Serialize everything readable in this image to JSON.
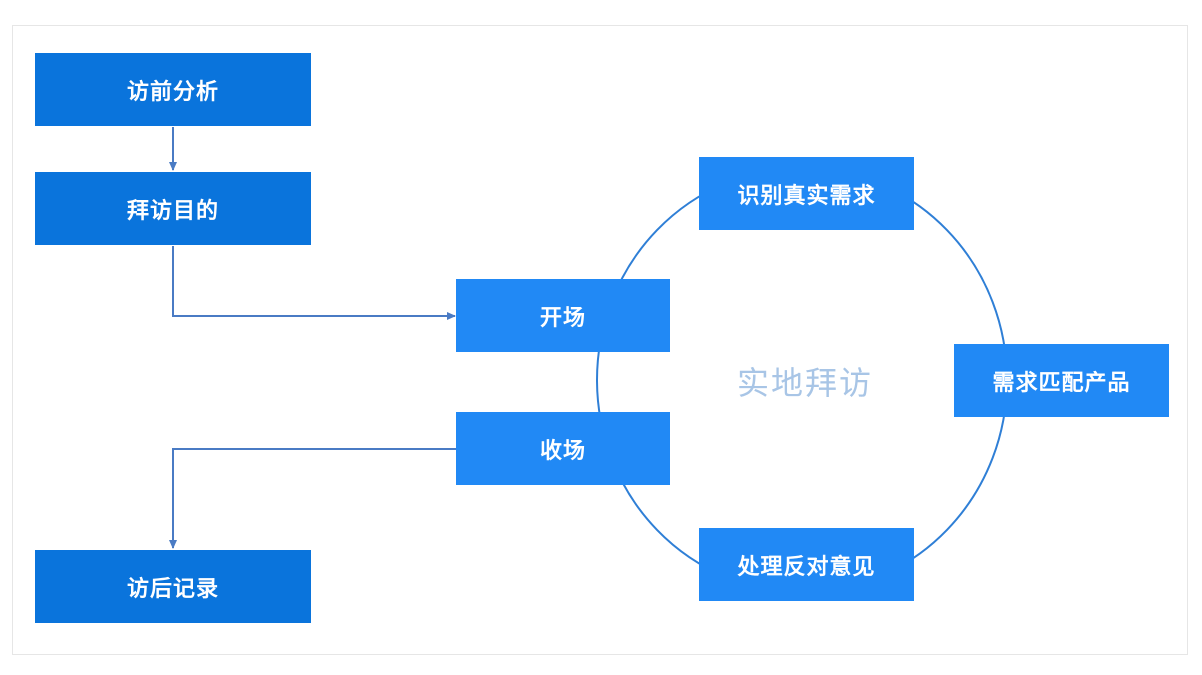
{
  "diagram": {
    "left_flow": {
      "pre_visit_analysis": "访前分析",
      "visit_purpose": "拜访目的",
      "post_visit_record": "访后记录"
    },
    "cycle": {
      "center_label": "实地拜访",
      "opening": "开场",
      "closing": "收场",
      "identify_needs": "识别真实需求",
      "match_products": "需求匹配产品",
      "handle_objections": "处理反对意见"
    },
    "colors": {
      "primary_box": "#0a74dc",
      "cycle_box": "#2189f5",
      "connector": "#4a7bc4",
      "circle": "#2f7fd6",
      "center_text": "#a8c5e6"
    }
  }
}
